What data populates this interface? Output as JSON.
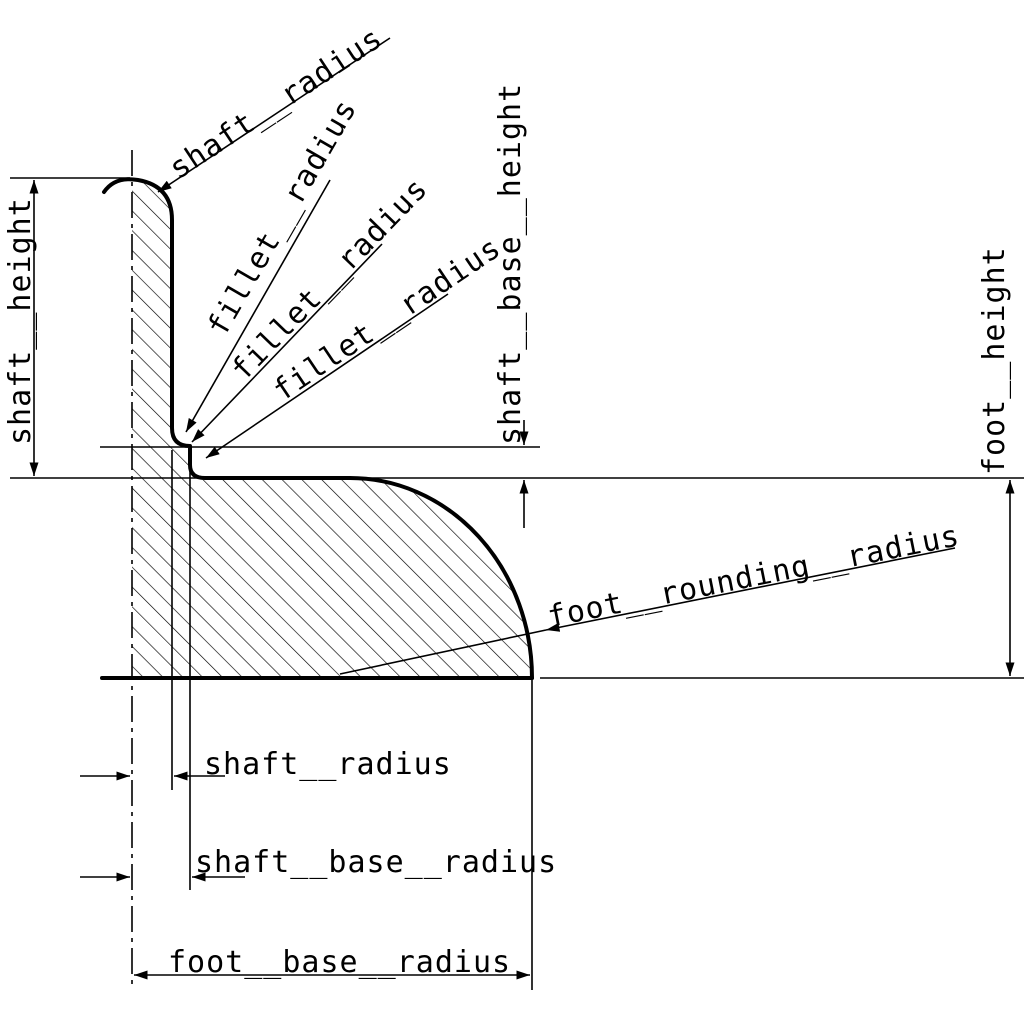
{
  "labels": {
    "shaft_radius_top": "shaft__radius",
    "shaft_height": "shaft__height",
    "fillet_radius_1": "fillet__radius",
    "fillet_radius_2": "fillet__radius",
    "fillet_radius_3": "fillet__radius",
    "shaft_base_height": "shaft__base__height",
    "foot_height": "foot__height",
    "foot_rounding_radius": "foot__rounding__radius",
    "shaft_radius_bottom": "shaft__radius",
    "shaft_base_radius": "shaft__base__radius",
    "foot_base_radius": "foot__base__radius"
  }
}
